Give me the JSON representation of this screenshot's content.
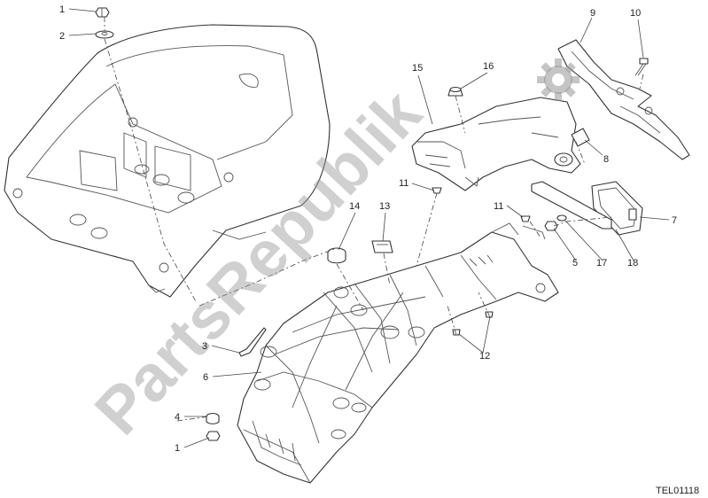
{
  "watermark": {
    "text": "PartsRepublik"
  },
  "drawing_code": "TEL01118",
  "callouts": [
    "1",
    "2",
    "1",
    "3",
    "4",
    "5",
    "6",
    "7",
    "8",
    "9",
    "10",
    "11",
    "11",
    "12",
    "13",
    "14",
    "15",
    "16",
    "17",
    "18"
  ]
}
